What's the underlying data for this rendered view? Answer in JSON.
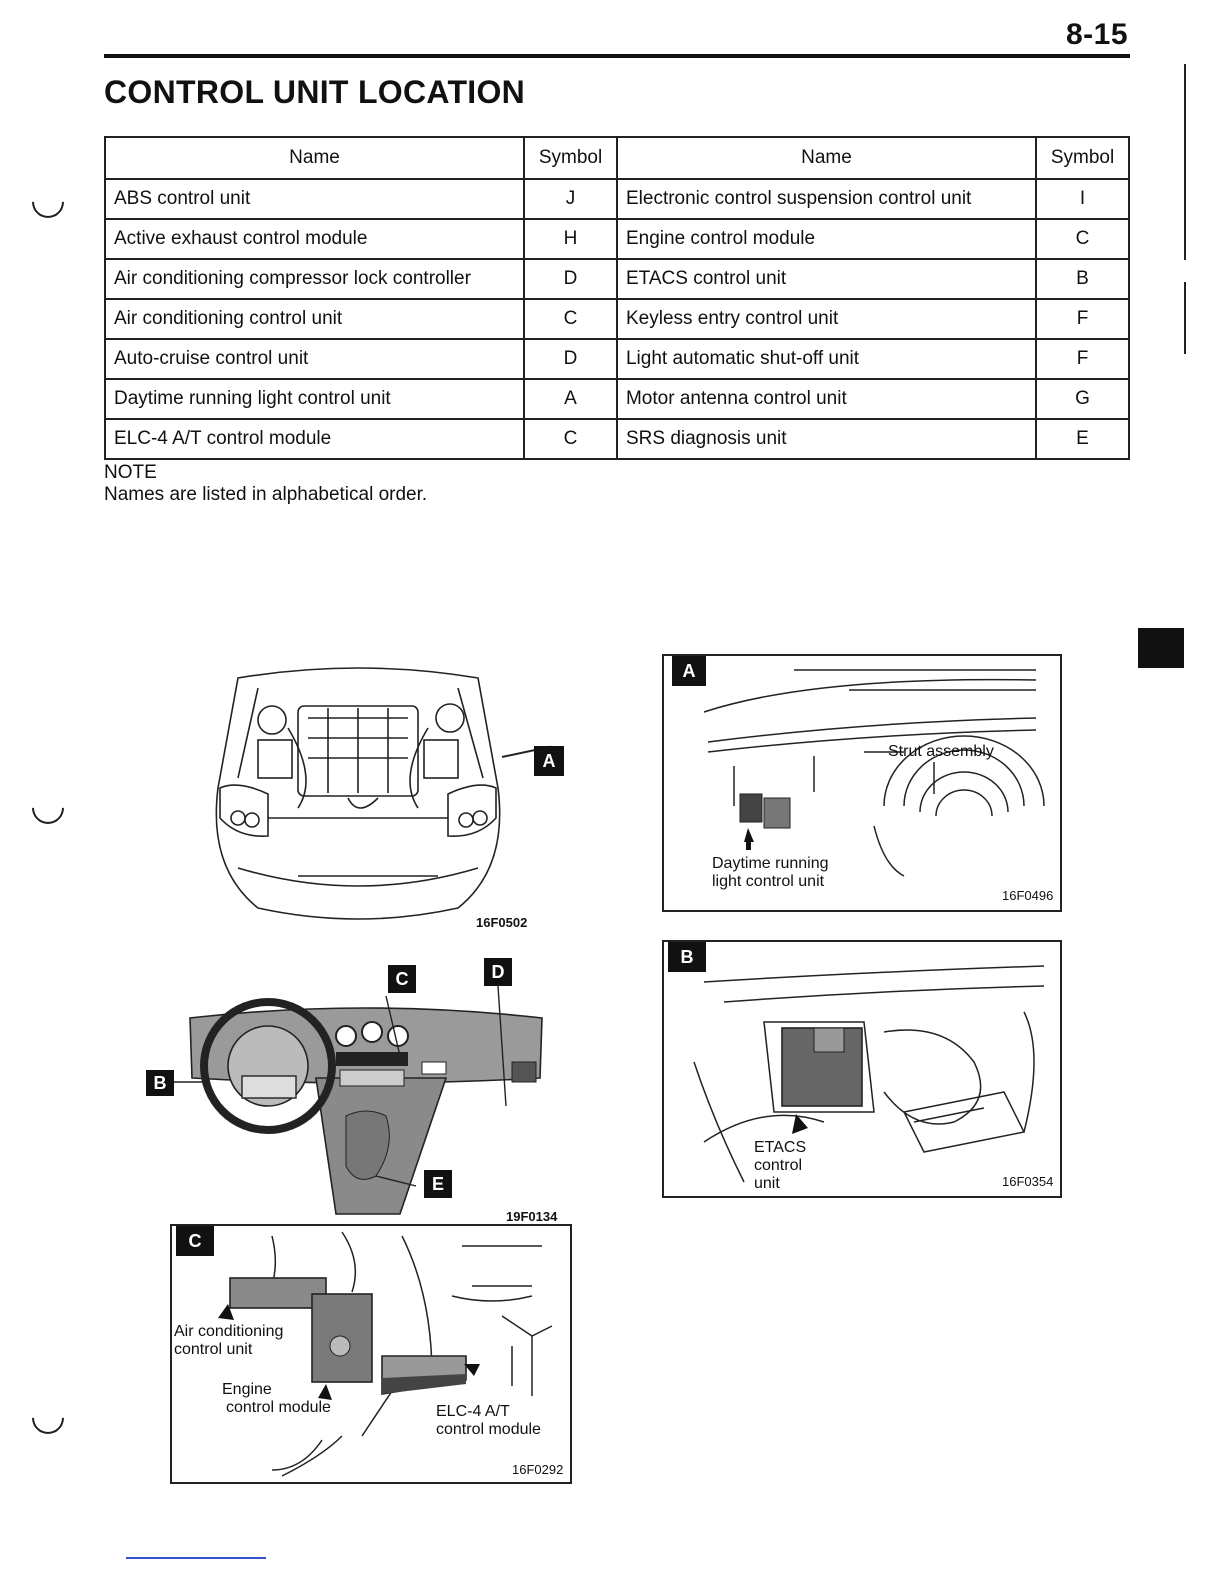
{
  "header": {
    "page_number": "8-15",
    "title": "CONTROL UNIT LOCATION"
  },
  "table": {
    "headers": [
      "Name",
      "Symbol",
      "Name",
      "Symbol"
    ],
    "rows": [
      [
        "ABS control unit",
        "J",
        "Electronic control suspension control unit",
        "I"
      ],
      [
        "Active exhaust control module",
        "H",
        "Engine control module",
        "C"
      ],
      [
        "Air conditioning compressor lock controller",
        "D",
        "ETACS control unit",
        "B"
      ],
      [
        "Air conditioning control unit",
        "C",
        "Keyless entry control unit",
        "F"
      ],
      [
        "Auto-cruise control unit",
        "D",
        "Light automatic shut-off unit",
        "F"
      ],
      [
        "Daytime running light control unit",
        "A",
        "Motor antenna control unit",
        "G"
      ],
      [
        "ELC-4 A/T control module",
        "C",
        "SRS diagnosis unit",
        "E"
      ]
    ]
  },
  "note": {
    "title": "NOTE",
    "text": "Names are listed in alphabetical order."
  },
  "figures": {
    "engine_bay": {
      "code": "16F0502",
      "tag_a": "A"
    },
    "dashboard": {
      "code": "19F0134",
      "tag_b": "B",
      "tag_c": "C",
      "tag_d": "D",
      "tag_e": "E"
    },
    "detail_a": {
      "tag": "A",
      "strut_label": "Strut assembly",
      "unit_label_1": "Daytime running",
      "unit_label_2": "light control unit",
      "code": "16F0496"
    },
    "detail_b": {
      "tag": "B",
      "unit_label_1": "ETACS",
      "unit_label_2": "control",
      "unit_label_3": "unit",
      "code": "16F0354"
    },
    "detail_c": {
      "tag": "C",
      "ac_label_1": "Air conditioning",
      "ac_label_2": "control unit",
      "engine_label_1": "Engine",
      "engine_label_2": "control module",
      "elc_label_1": "ELC-4 A/T",
      "elc_label_2": "control module",
      "code": "16F0292"
    }
  }
}
